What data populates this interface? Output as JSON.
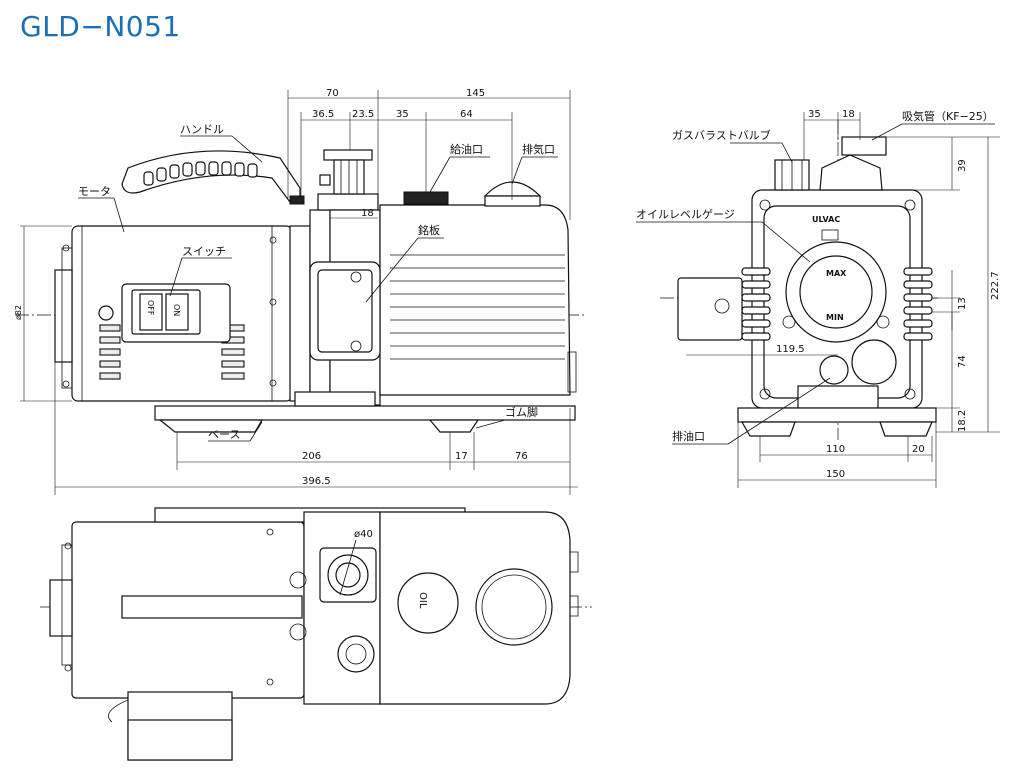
{
  "title": "GLD−N051",
  "labels": {
    "handle": "ハンドル",
    "motor": "モータ",
    "switch": "スイッチ",
    "oil_fill": "給油口",
    "exhaust": "排気口",
    "nameplate": "銘板",
    "rubber_foot": "ゴム脚",
    "base": "ベース",
    "gas_ballast": "ガスバラストバルブ",
    "intake": "吸気管（KF−25）",
    "oil_gauge": "オイルレベルゲージ",
    "drain": "排油口"
  },
  "markings": {
    "off": "OFF",
    "on": "ON",
    "max": "MAX",
    "min": "MIN",
    "brand": "ULVAC",
    "cap": "OIL"
  },
  "dims": {
    "d70": "70",
    "d145": "145",
    "d36_5": "36.5",
    "d23_5": "23.5",
    "d35": "35",
    "d64": "64",
    "d18": "18",
    "d206": "206",
    "d17": "17",
    "d76": "76",
    "d396_5": "396.5",
    "dphi": "ø82",
    "r35": "35",
    "r18": "18",
    "r39": "39",
    "r222_7": "222.7",
    "r13": "13",
    "r119_5": "119.5",
    "r74": "74",
    "r18_2": "18.2",
    "r110": "110",
    "r20": "20",
    "r150": "150",
    "phi40": "ø40"
  }
}
